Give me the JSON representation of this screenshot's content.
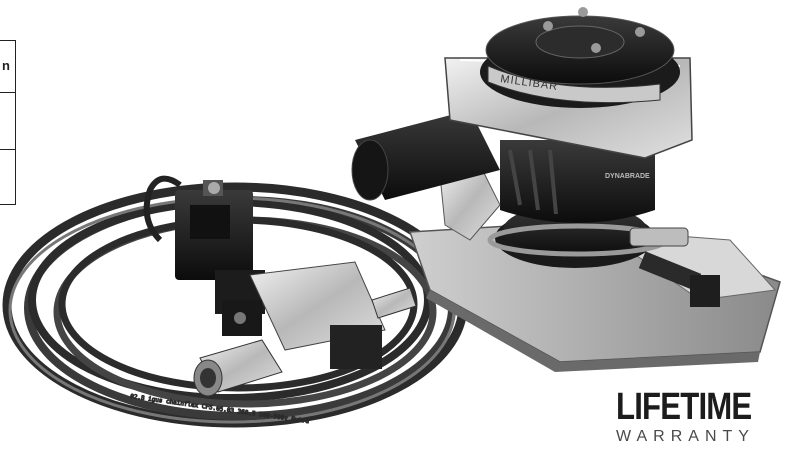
{
  "product": {
    "brand_plate": "MILLIBAR",
    "motor_label": "DYNABRADE",
    "hose_print": "02.8  igus chainflex  CF5.05.03  360.5  500-500v  Extra"
  },
  "partial_table": {
    "header_fragment": "n"
  },
  "badge": {
    "line1": "LIFETIME",
    "line2": "WARRANTY"
  }
}
